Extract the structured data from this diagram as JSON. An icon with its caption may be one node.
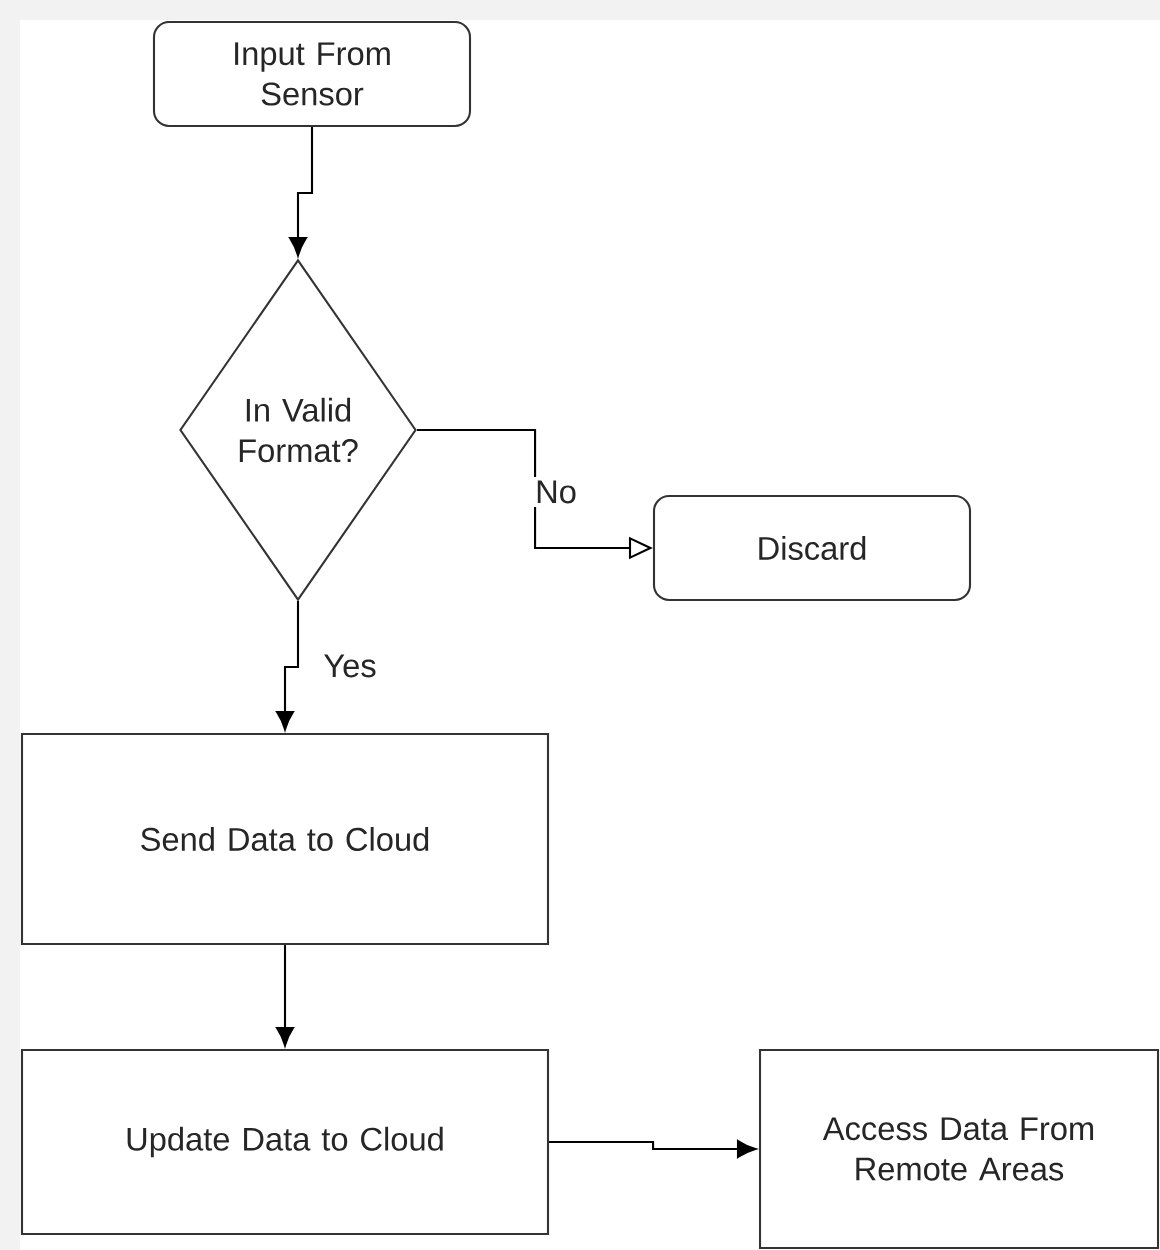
{
  "diagram": {
    "nodes": [
      {
        "text": [
          "Input From Sensor"
        ]
      },
      {
        "text": [
          "In Valid Format?"
        ]
      },
      {
        "text": [
          "Discard"
        ]
      },
      {
        "text": [
          "Send Data to Cloud"
        ]
      },
      {
        "text": [
          "Update Data to Cloud"
        ]
      },
      {
        "text": [
          "Access Data From Remote Areas"
        ]
      }
    ],
    "edges": [
      {
        "from": 0,
        "to": 1,
        "arrow": "to"
      },
      {
        "from": 1,
        "to": 2,
        "arrow": "to",
        "label": "No"
      },
      {
        "from": 1,
        "to": 3,
        "arrow": "to",
        "label": "Yes"
      },
      {
        "from": 3,
        "to": 4,
        "arrow": "to"
      },
      {
        "from": 4,
        "to": 5,
        "arrow": "to"
      }
    ]
  }
}
